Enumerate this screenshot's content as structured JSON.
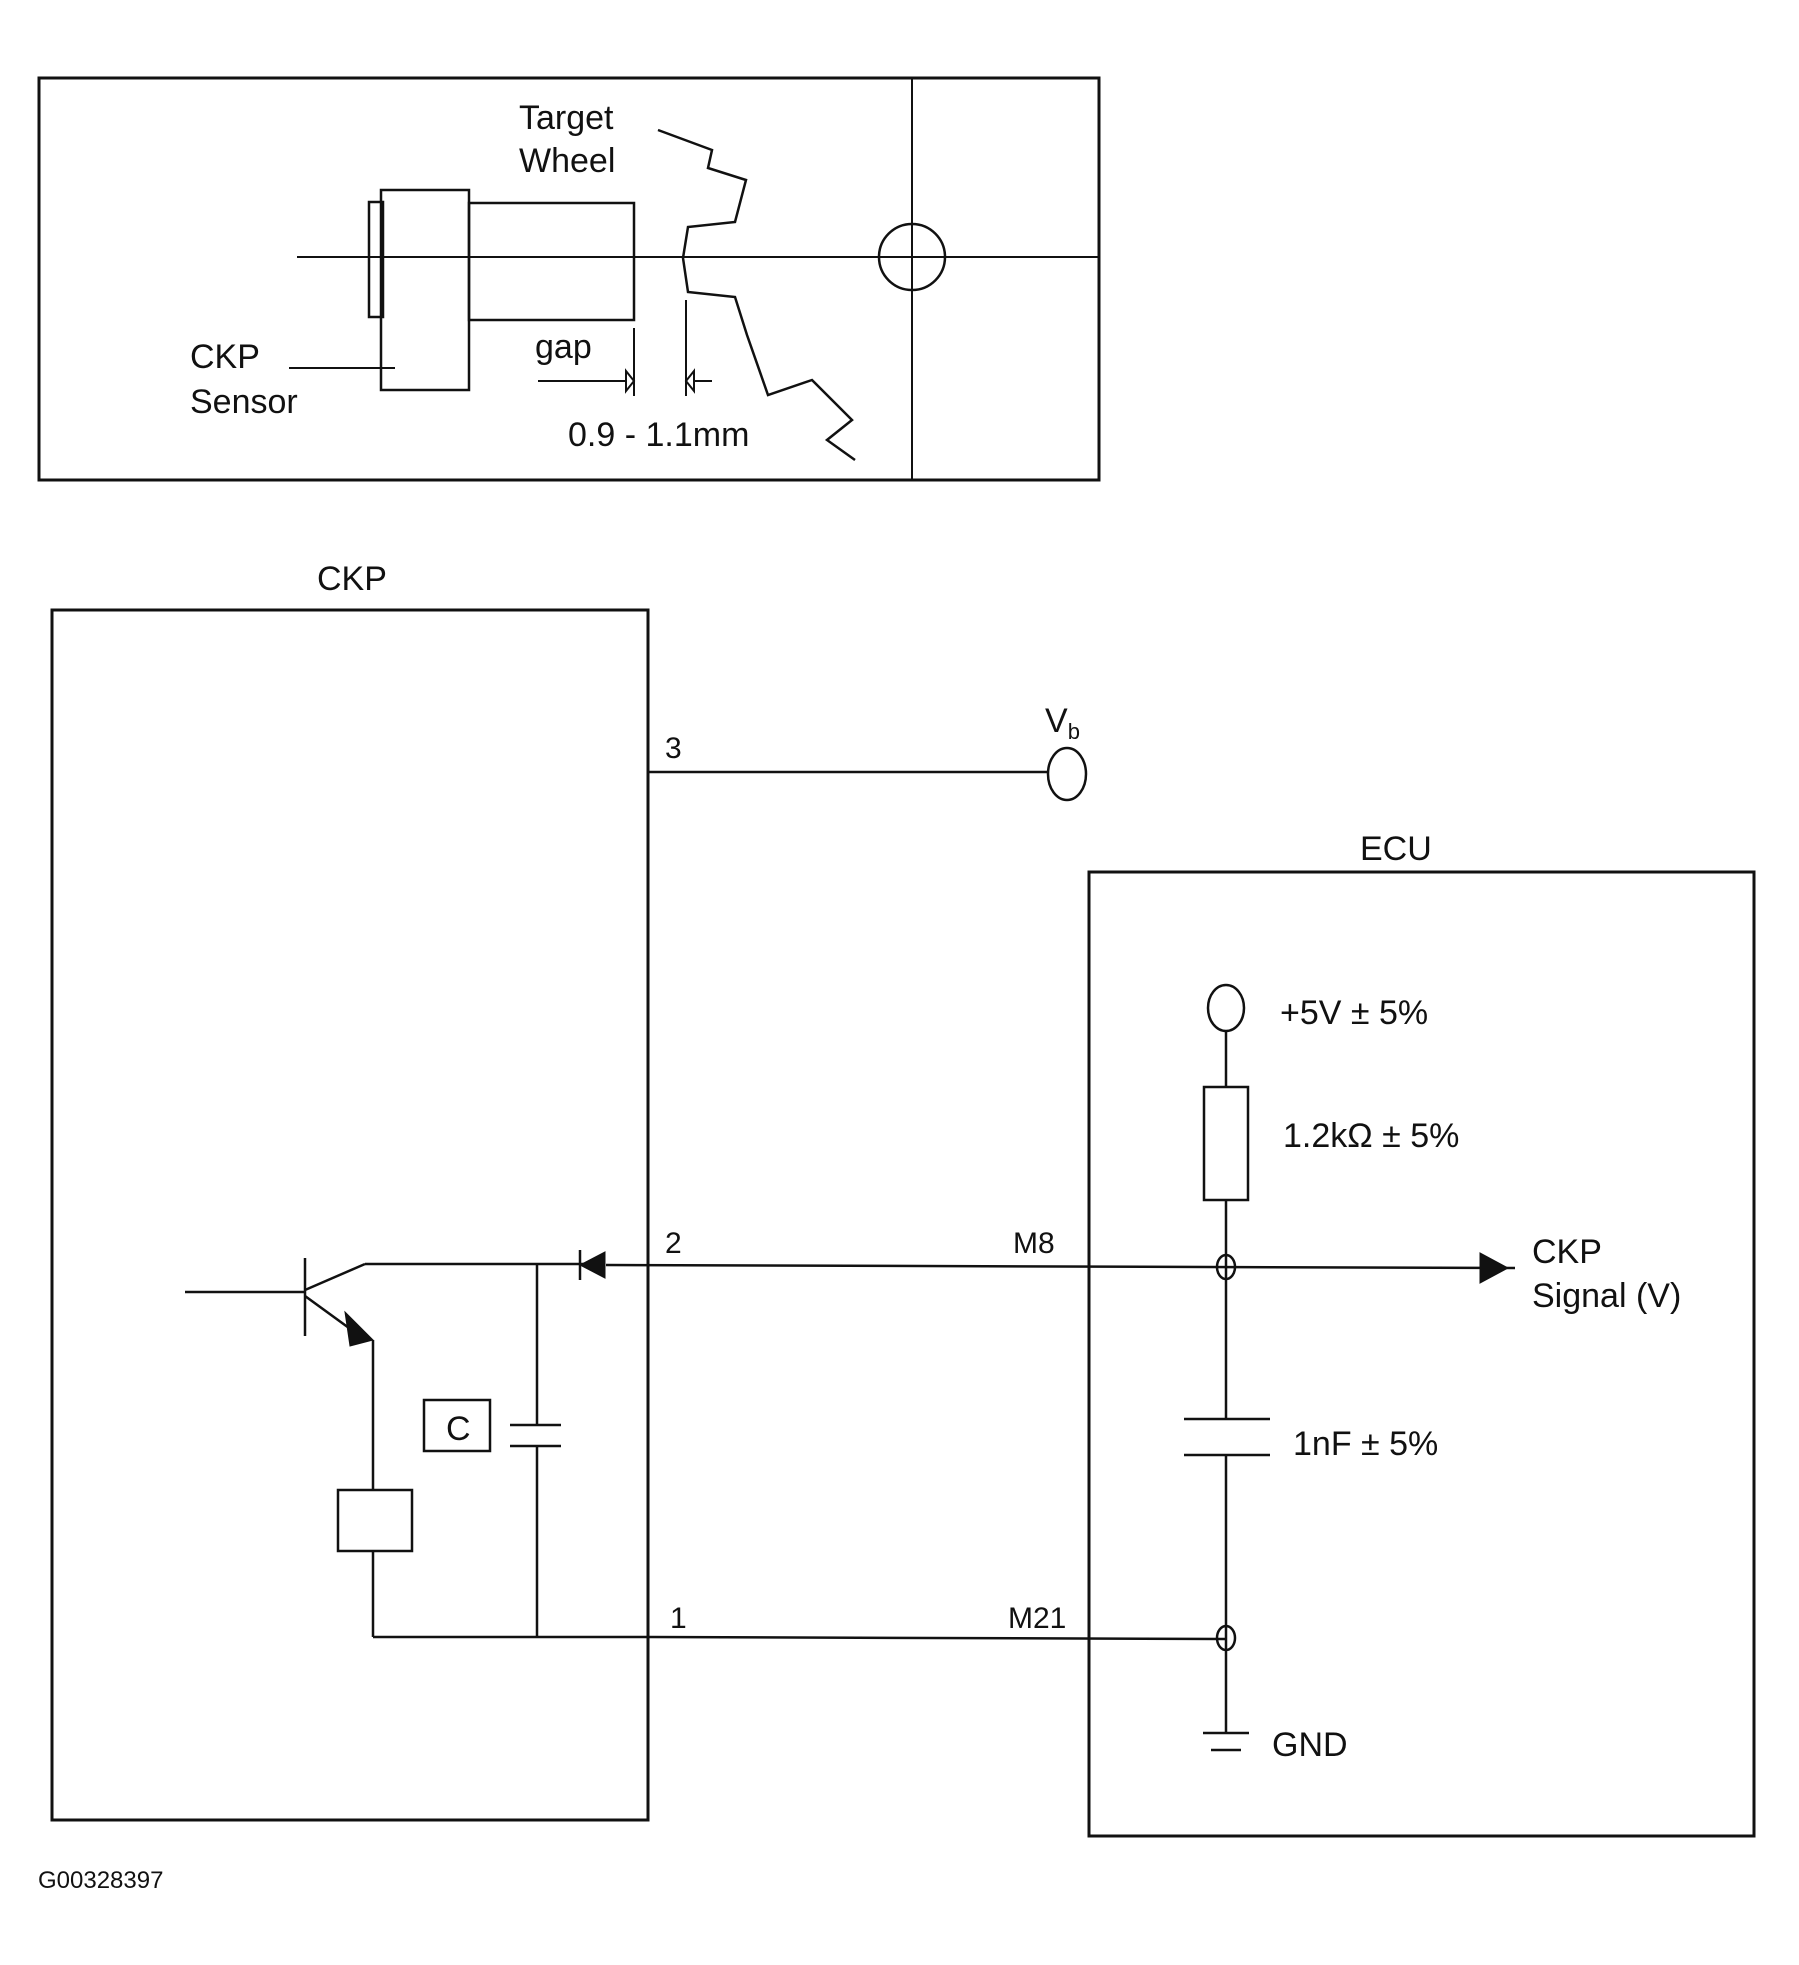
{
  "top_panel": {
    "target_wheel_label": [
      "Target",
      "Wheel"
    ],
    "sensor_label": [
      "CKP",
      "Sensor"
    ],
    "gap_label": "gap",
    "gap_value": "0.9 - 1.1mm"
  },
  "ckp_module": {
    "title": "CKP",
    "capacitor_box_label": "C",
    "pins": {
      "p3": "3",
      "p2": "2",
      "p1": "1"
    }
  },
  "supply": {
    "vb_main": "V",
    "vb_sub": "b"
  },
  "ecu": {
    "title": "ECU",
    "supply_label": "+5V ± 5%",
    "resistor_label": "1.2kΩ ± 5%",
    "capacitor_label": "1nF ± 5%",
    "pin_signal": "M8",
    "pin_ground": "M21",
    "ground_label": "GND",
    "output_label": [
      "CKP",
      "Signal (V)"
    ]
  },
  "figure_id": "G00328397"
}
